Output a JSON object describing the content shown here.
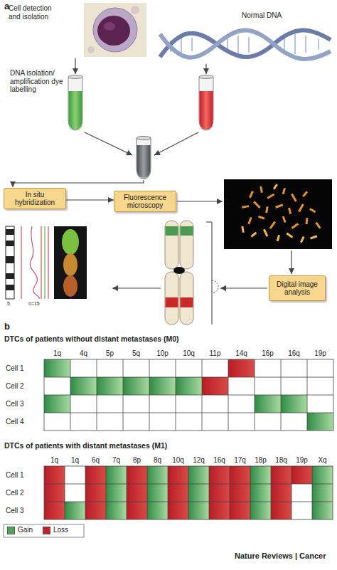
{
  "diagram": {
    "nodes": [
      {
        "text": [
          "In situ hybridization"
        ]
      },
      {
        "text": [
          "Fluorescence microscopy"
        ]
      },
      {
        "text": [
          "Digital image analysis"
        ]
      }
    ],
    "edges": [
      {
        "from": 0,
        "to": 1,
        "arrow": "to"
      }
    ],
    "labels": [
      "a",
      "Cell detection and isolation",
      "Normal DNA",
      "DNA isolation/ amplification dye labelling",
      "5",
      "n=15",
      "b",
      "DTCs of patients without distant metastases (M0)",
      "1q",
      "4q",
      "5p",
      "5q",
      "10p",
      "10q",
      "11p",
      "14q",
      "16p",
      "16q",
      "19p",
      "Cell 1",
      "Cell 2",
      "Cell 3",
      "Cell 4",
      "DTCs of patients with distant metastases (M1)",
      "1q",
      "1q",
      "6q",
      "7q",
      "8p",
      "8q",
      "10q",
      "12q",
      "16q",
      "17q",
      "18p",
      "18q",
      "19p",
      "Xq",
      "Cell 1",
      "Cell 2",
      "Cell 3",
      "Nature Reviews | Cancer"
    ],
    "legend": [
      {
        "text": "Gain",
        "color": "#4fa85a"
      },
      {
        "text": "Loss",
        "color": "#c8202c"
      }
    ]
  }
}
